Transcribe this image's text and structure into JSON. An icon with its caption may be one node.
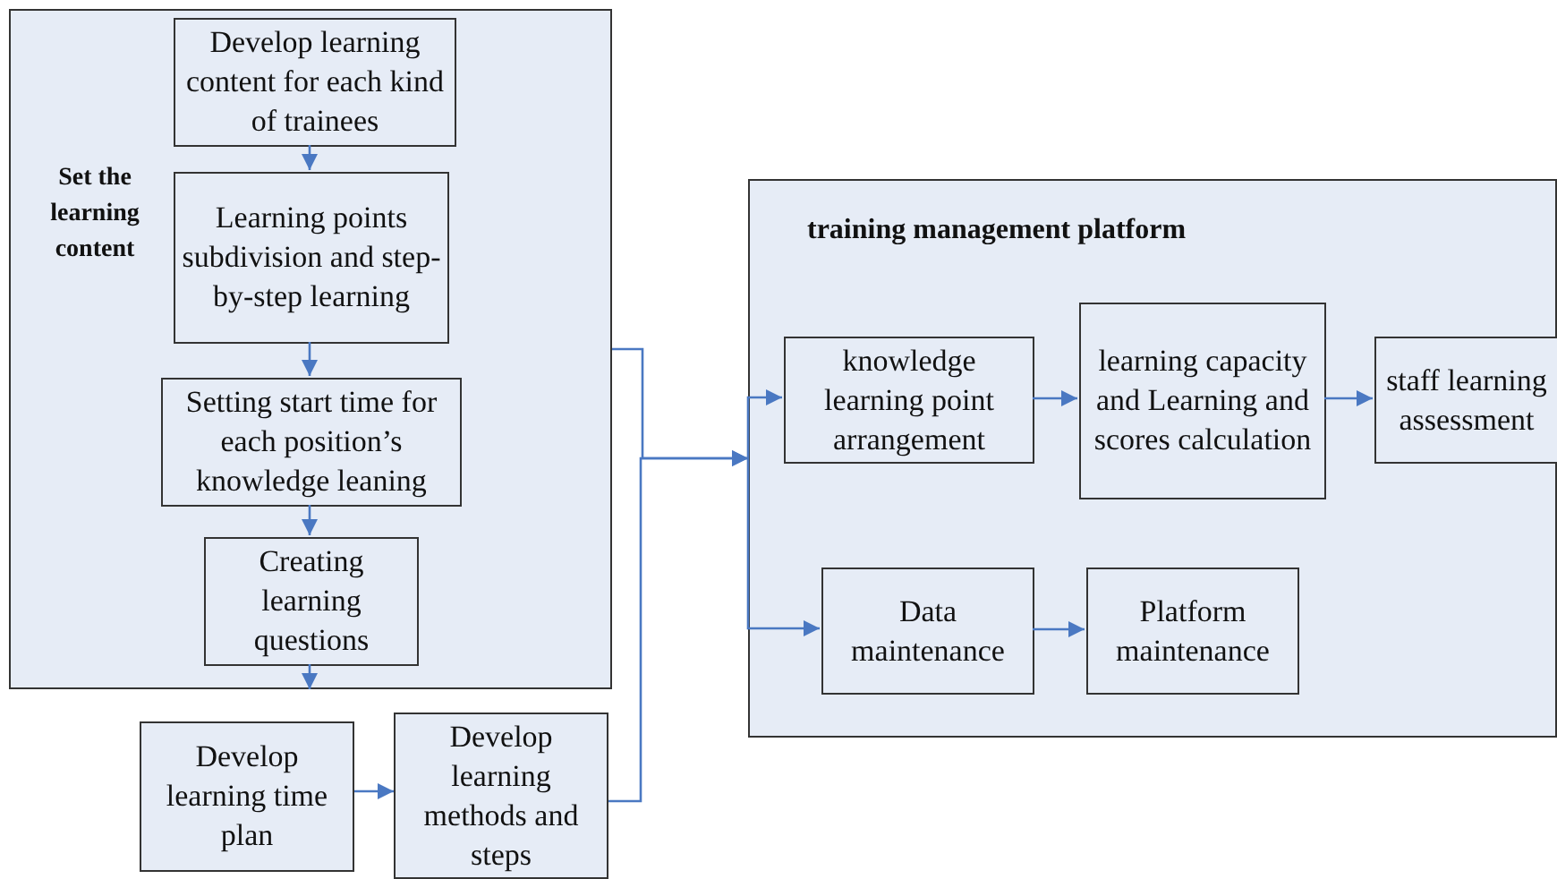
{
  "diagram": {
    "nodes": [
      {
        "text": [
          "Set the learning content"
        ]
      },
      {
        "text": [
          "Develop learning content for each kind of trainees"
        ],
        "in": 0
      },
      {
        "text": [
          "Learning points subdivision and step-by-step learning"
        ],
        "in": 0
      },
      {
        "text": [
          "Setting start time for each position’s knowledge leaning"
        ],
        "in": 0
      },
      {
        "text": [
          "Creating learning questions"
        ],
        "in": 0
      },
      {
        "text": [
          "Develop learning time plan"
        ]
      },
      {
        "text": [
          "Develop learning methods and steps"
        ]
      },
      {
        "text": [
          "training management platform"
        ]
      },
      {
        "text": [
          "knowledge learning point arrangement"
        ],
        "in": 7
      },
      {
        "text": [
          "learning capacity and Learning and scores calculation"
        ],
        "in": 7
      },
      {
        "text": [
          "staff learning assessment"
        ],
        "in": 7
      },
      {
        "text": [
          "Data maintenance"
        ],
        "in": 7
      },
      {
        "text": [
          "Platform maintenance"
        ],
        "in": 7
      }
    ],
    "edges": [
      {
        "from": 1,
        "to": 2,
        "arrow": "to"
      },
      {
        "from": 2,
        "to": 3,
        "arrow": "to"
      },
      {
        "from": 3,
        "to": 4,
        "arrow": "to"
      },
      {
        "from": 4,
        "to": 0,
        "arrow": "to"
      },
      {
        "from": 5,
        "to": 6,
        "arrow": "to"
      },
      {
        "from": 0,
        "to": 7,
        "arrow": "to"
      },
      {
        "from": 6,
        "to": 7,
        "arrow": "to"
      },
      {
        "from": 7,
        "to": 8,
        "arrow": "to"
      },
      {
        "from": 7,
        "to": 11,
        "arrow": "to"
      },
      {
        "from": 8,
        "to": 9,
        "arrow": "to"
      },
      {
        "from": 9,
        "to": 10,
        "arrow": "to"
      },
      {
        "from": 11,
        "to": 12,
        "arrow": "to"
      }
    ]
  }
}
